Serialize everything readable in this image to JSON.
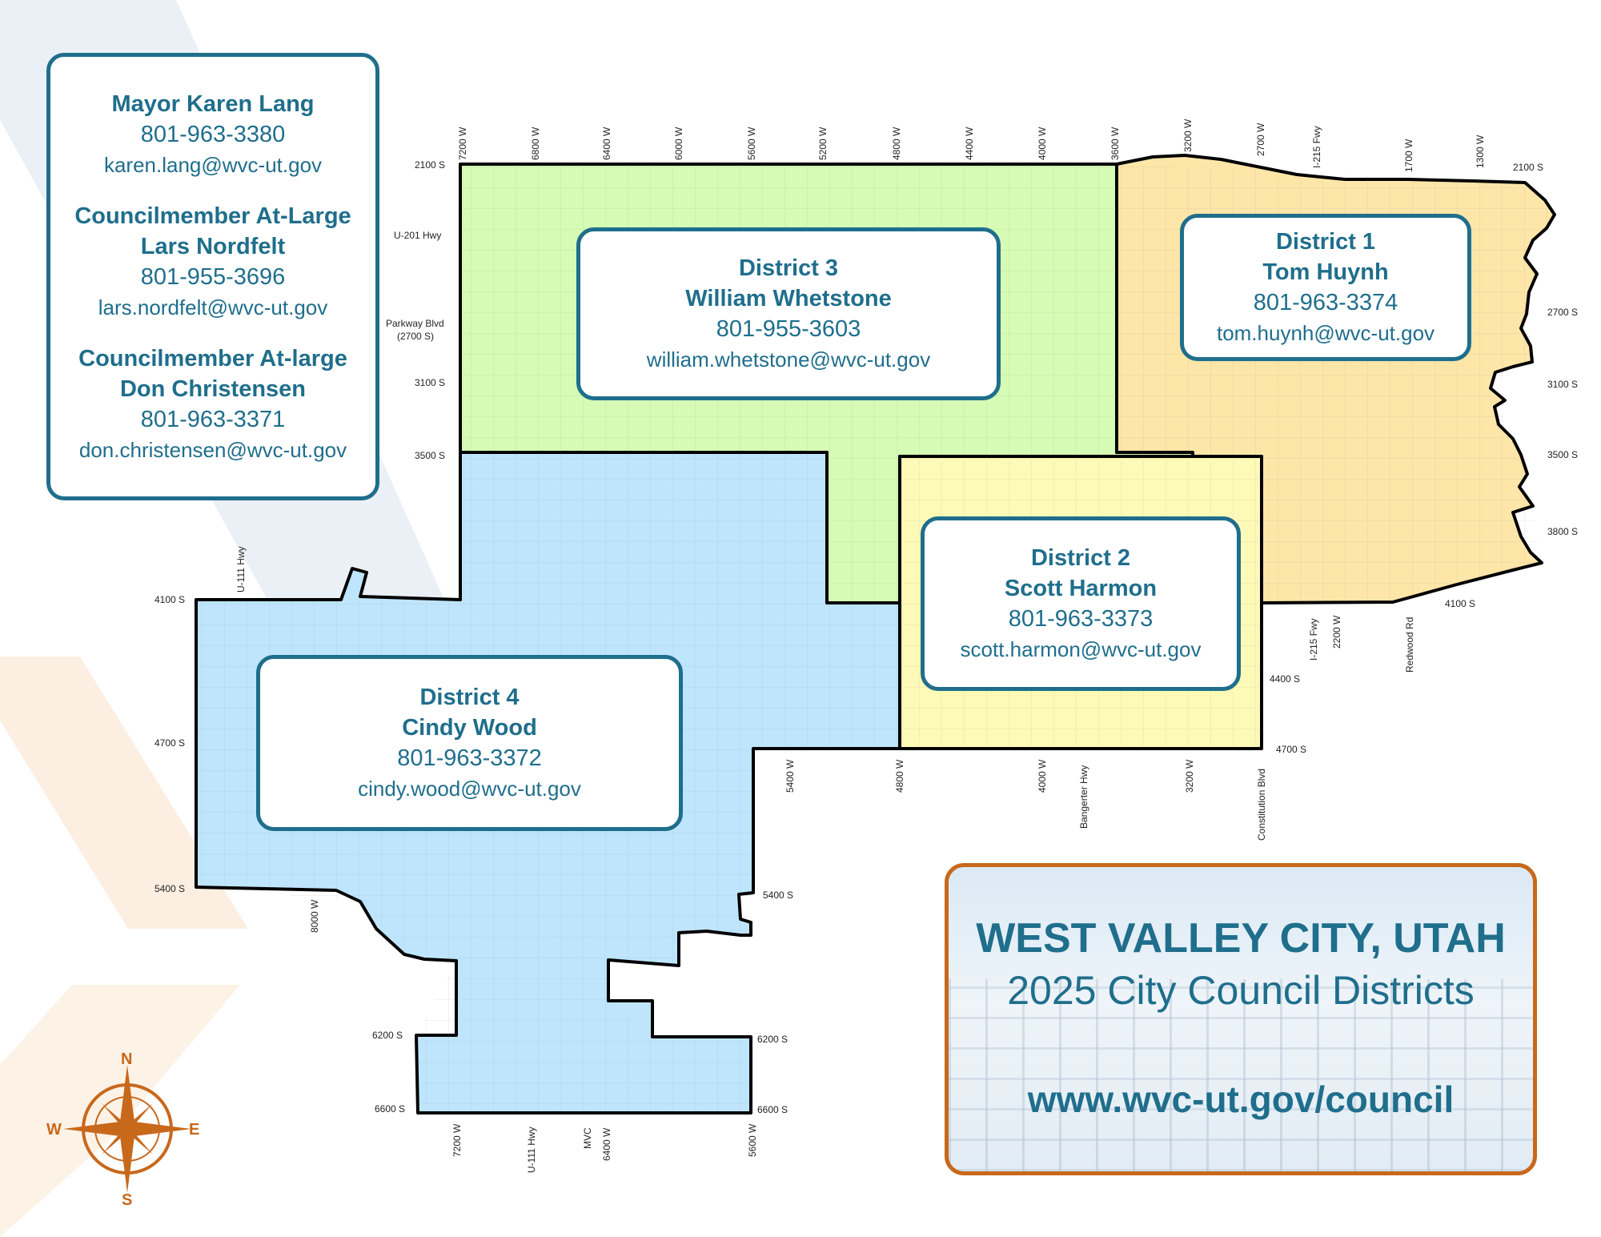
{
  "officials": {
    "mayor": {
      "name": "Mayor Karen Lang",
      "phone": "801-963-3380",
      "email": "karen.lang@wvc-ut.gov"
    },
    "at_large_1": {
      "title": "Councilmember At-Large",
      "name": "Lars Nordfelt",
      "phone": "801-955-3696",
      "email": "lars.nordfelt@wvc-ut.gov"
    },
    "at_large_2": {
      "title": "Councilmember At-large",
      "name": "Don Christensen",
      "phone": "801-963-3371",
      "email": "don.christensen@wvc-ut.gov"
    }
  },
  "districts": [
    {
      "label": "District 1",
      "name": "Tom Huynh",
      "phone": "801-963-3374",
      "email": "tom.huynh@wvc-ut.gov",
      "color": "#fde6a8"
    },
    {
      "label": "District 2",
      "name": "Scott Harmon",
      "phone": "801-963-3373",
      "email": "scott.harmon@wvc-ut.gov",
      "color": "#fdfab8"
    },
    {
      "label": "District 3",
      "name": "William Whetstone",
      "phone": "801-955-3603",
      "email": "william.whetstone@wvc-ut.gov",
      "color": "#d5fbb4"
    },
    {
      "label": "District 4",
      "name": "Cindy Wood",
      "phone": "801-963-3372",
      "email": "cindy.wood@wvc-ut.gov",
      "color": "#bfe5fc"
    }
  ],
  "title": {
    "city": "WEST VALLEY CITY, UTAH",
    "subtitle": "2025 City Council Districts",
    "url": "www.wvc-ut.gov/council"
  },
  "compass": {
    "n": "N",
    "s": "S",
    "e": "E",
    "w": "W"
  },
  "streets": {
    "top_w": [
      "7200 W",
      "6800 W",
      "6400 W",
      "6000 W",
      "5600 W",
      "5200 W",
      "4800 W",
      "4400 W",
      "4000 W",
      "3600 W",
      "3200 W",
      "2700 W",
      "I-215 Fwy",
      "1700 W",
      "1300 W"
    ],
    "left": [
      "2100 S",
      "U-201 Hwy",
      "Parkway Blvd",
      "(2700 S)",
      "3100 S",
      "3500 S"
    ],
    "right": [
      "2100 S",
      "2700 S",
      "3100 S",
      "3500 S",
      "3800 S",
      "4100 S"
    ],
    "mid": [
      "I-215 Fwy",
      "2200 W",
      "Redwood Rd",
      "4400 S",
      "4700 S"
    ],
    "bottom_mid": [
      "5400 W",
      "4800 W",
      "4000 W",
      "Bangerter Hwy",
      "3200 W",
      "Constitution Blvd"
    ],
    "west": [
      "U-111 Hwy",
      "4100 S",
      "4700 S",
      "5400 S",
      "8000 W"
    ],
    "south": [
      "5400 S",
      "6200 S",
      "6200 S",
      "6600 S",
      "6600 S"
    ],
    "bottom_w": [
      "7200 W",
      "U-111 Hwy",
      "MVC",
      "6400 W",
      "5600 W"
    ]
  }
}
